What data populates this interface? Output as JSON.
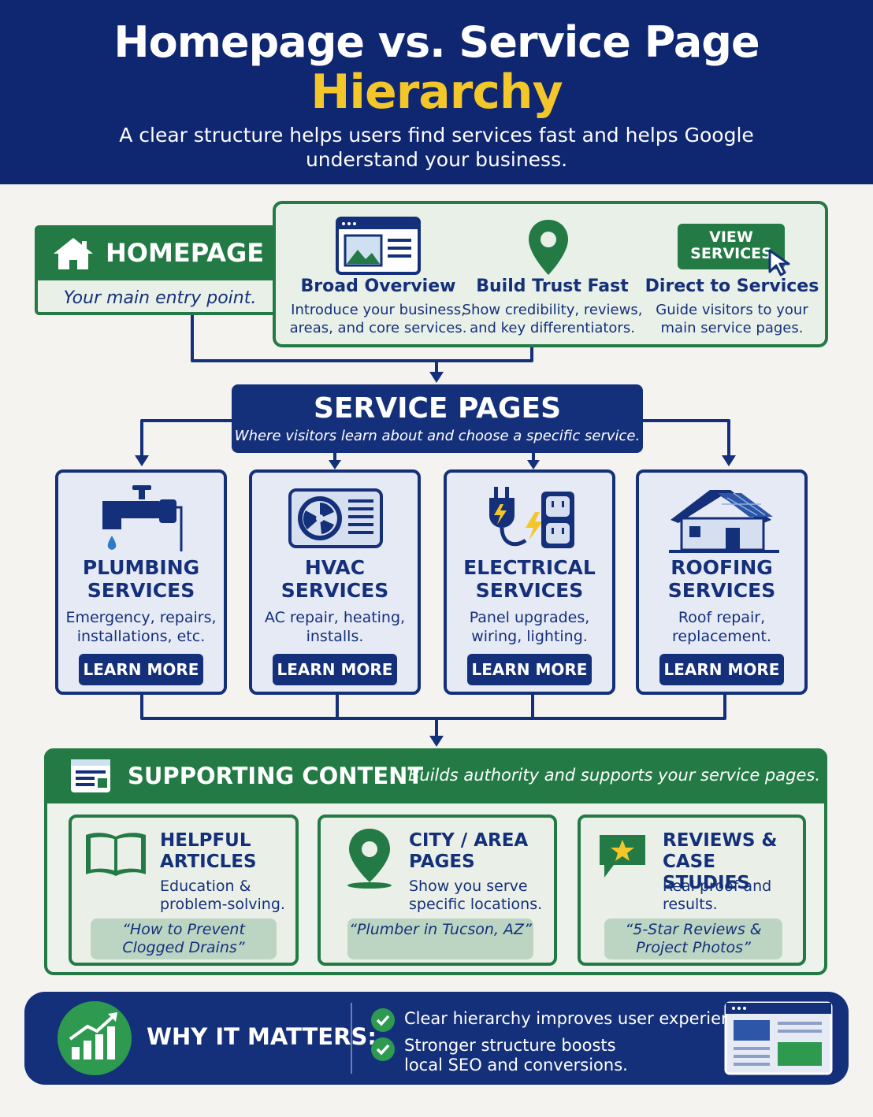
{
  "header": {
    "title_line1": "Homepage vs. Service Page",
    "title_line2": "Hierarchy",
    "subtitle": "A clear structure helps users find services fast and helps Google understand your business."
  },
  "homepage": {
    "label": "HOMEPAGE",
    "tagline": "Your main entry point.",
    "columns": [
      {
        "heading": "Broad Overview",
        "desc": "Introduce your business, areas, and core services."
      },
      {
        "heading": "Build Trust Fast",
        "desc": "Show credibility, reviews, and key differentiators."
      },
      {
        "heading": "Direct to Services",
        "desc": "Guide visitors to your main service pages."
      }
    ],
    "view_button": "VIEW SERVICES"
  },
  "service_pages": {
    "title": "SERVICE PAGES",
    "subtitle": "Where visitors learn about and choose a specific service.",
    "cards": [
      {
        "title": "PLUMBING SERVICES",
        "desc": "Emergency, repairs, installations, etc.",
        "button": "LEARN MORE",
        "icon": "faucet-icon"
      },
      {
        "title": "HVAC SERVICES",
        "desc": "AC repair, heating, installs.",
        "button": "LEARN MORE",
        "icon": "ac-unit-icon"
      },
      {
        "title": "ELECTRICAL SERVICES",
        "desc": "Panel upgrades, wiring, lighting.",
        "button": "LEARN MORE",
        "icon": "plug-outlet-icon"
      },
      {
        "title": "ROOFING SERVICES",
        "desc": "Roof repair, replacement.",
        "button": "LEARN MORE",
        "icon": "house-roof-icon"
      }
    ]
  },
  "supporting": {
    "title": "SUPPORTING CONTENT",
    "subtitle": "Builds authority and supports your service pages.",
    "cards": [
      {
        "title": "HELPFUL ARTICLES",
        "desc": "Education & problem-solving.",
        "example": "“How to Prevent Clogged Drains”",
        "icon": "book-icon"
      },
      {
        "title": "CITY / AREA PAGES",
        "desc": "Show you serve specific locations.",
        "example": "“Plumber in Tucson, AZ”",
        "icon": "map-pin-icon"
      },
      {
        "title": "REVIEWS & CASE STUDIES",
        "desc": "Real proof and results.",
        "example": "“5-Star Reviews & Project Photos”",
        "icon": "star-speech-icon"
      }
    ]
  },
  "why": {
    "title": "WHY IT MATTERS:",
    "points": [
      "Clear hierarchy improves user experience.",
      "Stronger structure boosts local SEO and conversions."
    ]
  },
  "colors": {
    "navy": "#15307a",
    "header_navy": "#0f2671",
    "green": "#237a44",
    "yellow": "#f3c629",
    "light_green": "#bcd5c2"
  }
}
